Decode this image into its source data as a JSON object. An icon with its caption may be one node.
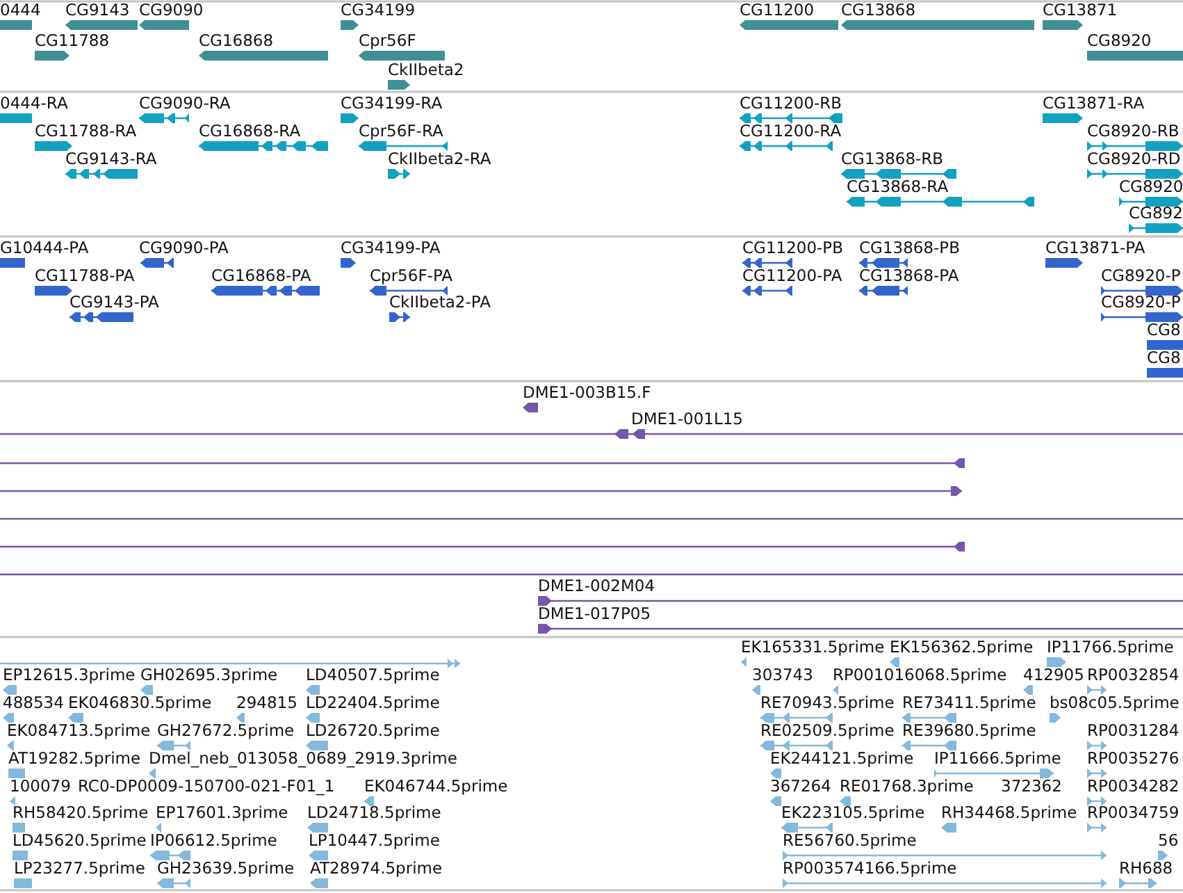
{
  "diagram": {
    "labels": [
      "0444",
      "CG9143",
      "CG9090",
      "CG34199",
      "CG11200",
      "CG13868",
      "CG13871",
      "CG11788",
      "CG16868",
      "Cpr56F",
      "CG8920",
      "CkIIbeta2",
      "0444-RA",
      "CG9090-RA",
      "CG34199-RA",
      "CG11200-RB",
      "CG13871-RA",
      "CG11788-RA",
      "CG16868-RA",
      "Cpr56F-RA",
      "CG11200-RA",
      "CG8920-RB",
      "CG9143-RA",
      "CkIIbeta2-RA",
      "CG13868-RB",
      "CG8920-RD",
      "CG13868-RA",
      "CG8920",
      "CG892",
      "G10444-PA",
      "CG9090-PA",
      "CG34199-PA",
      "CG11200-PB",
      "CG13868-PB",
      "CG13871-PA",
      "CG11788-PA",
      "CG16868-PA",
      "Cpr56F-PA",
      "CG11200-PA",
      "CG13868-PA",
      "CG8920-P",
      "CG9143-PA",
      "CkIIbeta2-PA",
      "CG8920-P",
      "CG8",
      "CG8",
      "DME1-003B15.F",
      "DME1-001L15",
      "DME1-002M04",
      "DME1-017P05",
      "EK165331.5prime",
      "EK156362.5prime",
      "IP11766.5prime",
      "EP12615.3prime",
      "GH02695.3prime",
      "LD40507.5prime",
      "303743",
      "RP001016068.5prime",
      "412905",
      "RP0032854",
      "488534",
      "EK046830.5prime",
      "294815",
      "LD22404.5prime",
      "RE70943.5prime",
      "RE73411.5prime",
      "bs08c05.5prime",
      "EK084713.5prime",
      "GH27672.5prime",
      "LD26720.5prime",
      "RE02509.5prime",
      "RE39680.5prime",
      "RP0031284",
      "AT19282.5prime",
      "Dmel_neb_013058_0689_2919.3prime",
      "EK244121.5prime",
      "IP11666.5prime",
      "RP0035276",
      "100079",
      "RC0-DP0009-150700-021-F01_1",
      "EK046744.5prime",
      "367264",
      "RE01768.3prime",
      "372362",
      "RP0034282",
      "RH58420.5prime",
      "EP17601.3prime",
      "LD24718.5prime",
      "EK223105.5prime",
      "RH34468.5prime",
      "RP0034759",
      "LD45620.5prime",
      "IP06612.5prime",
      "LP10447.5prime",
      "RE56760.5prime",
      "56",
      "LP23277.5prime",
      "GH23639.5prime",
      "AT28974.5prime",
      "RP003574166.5prime",
      "RH688"
    ]
  }
}
